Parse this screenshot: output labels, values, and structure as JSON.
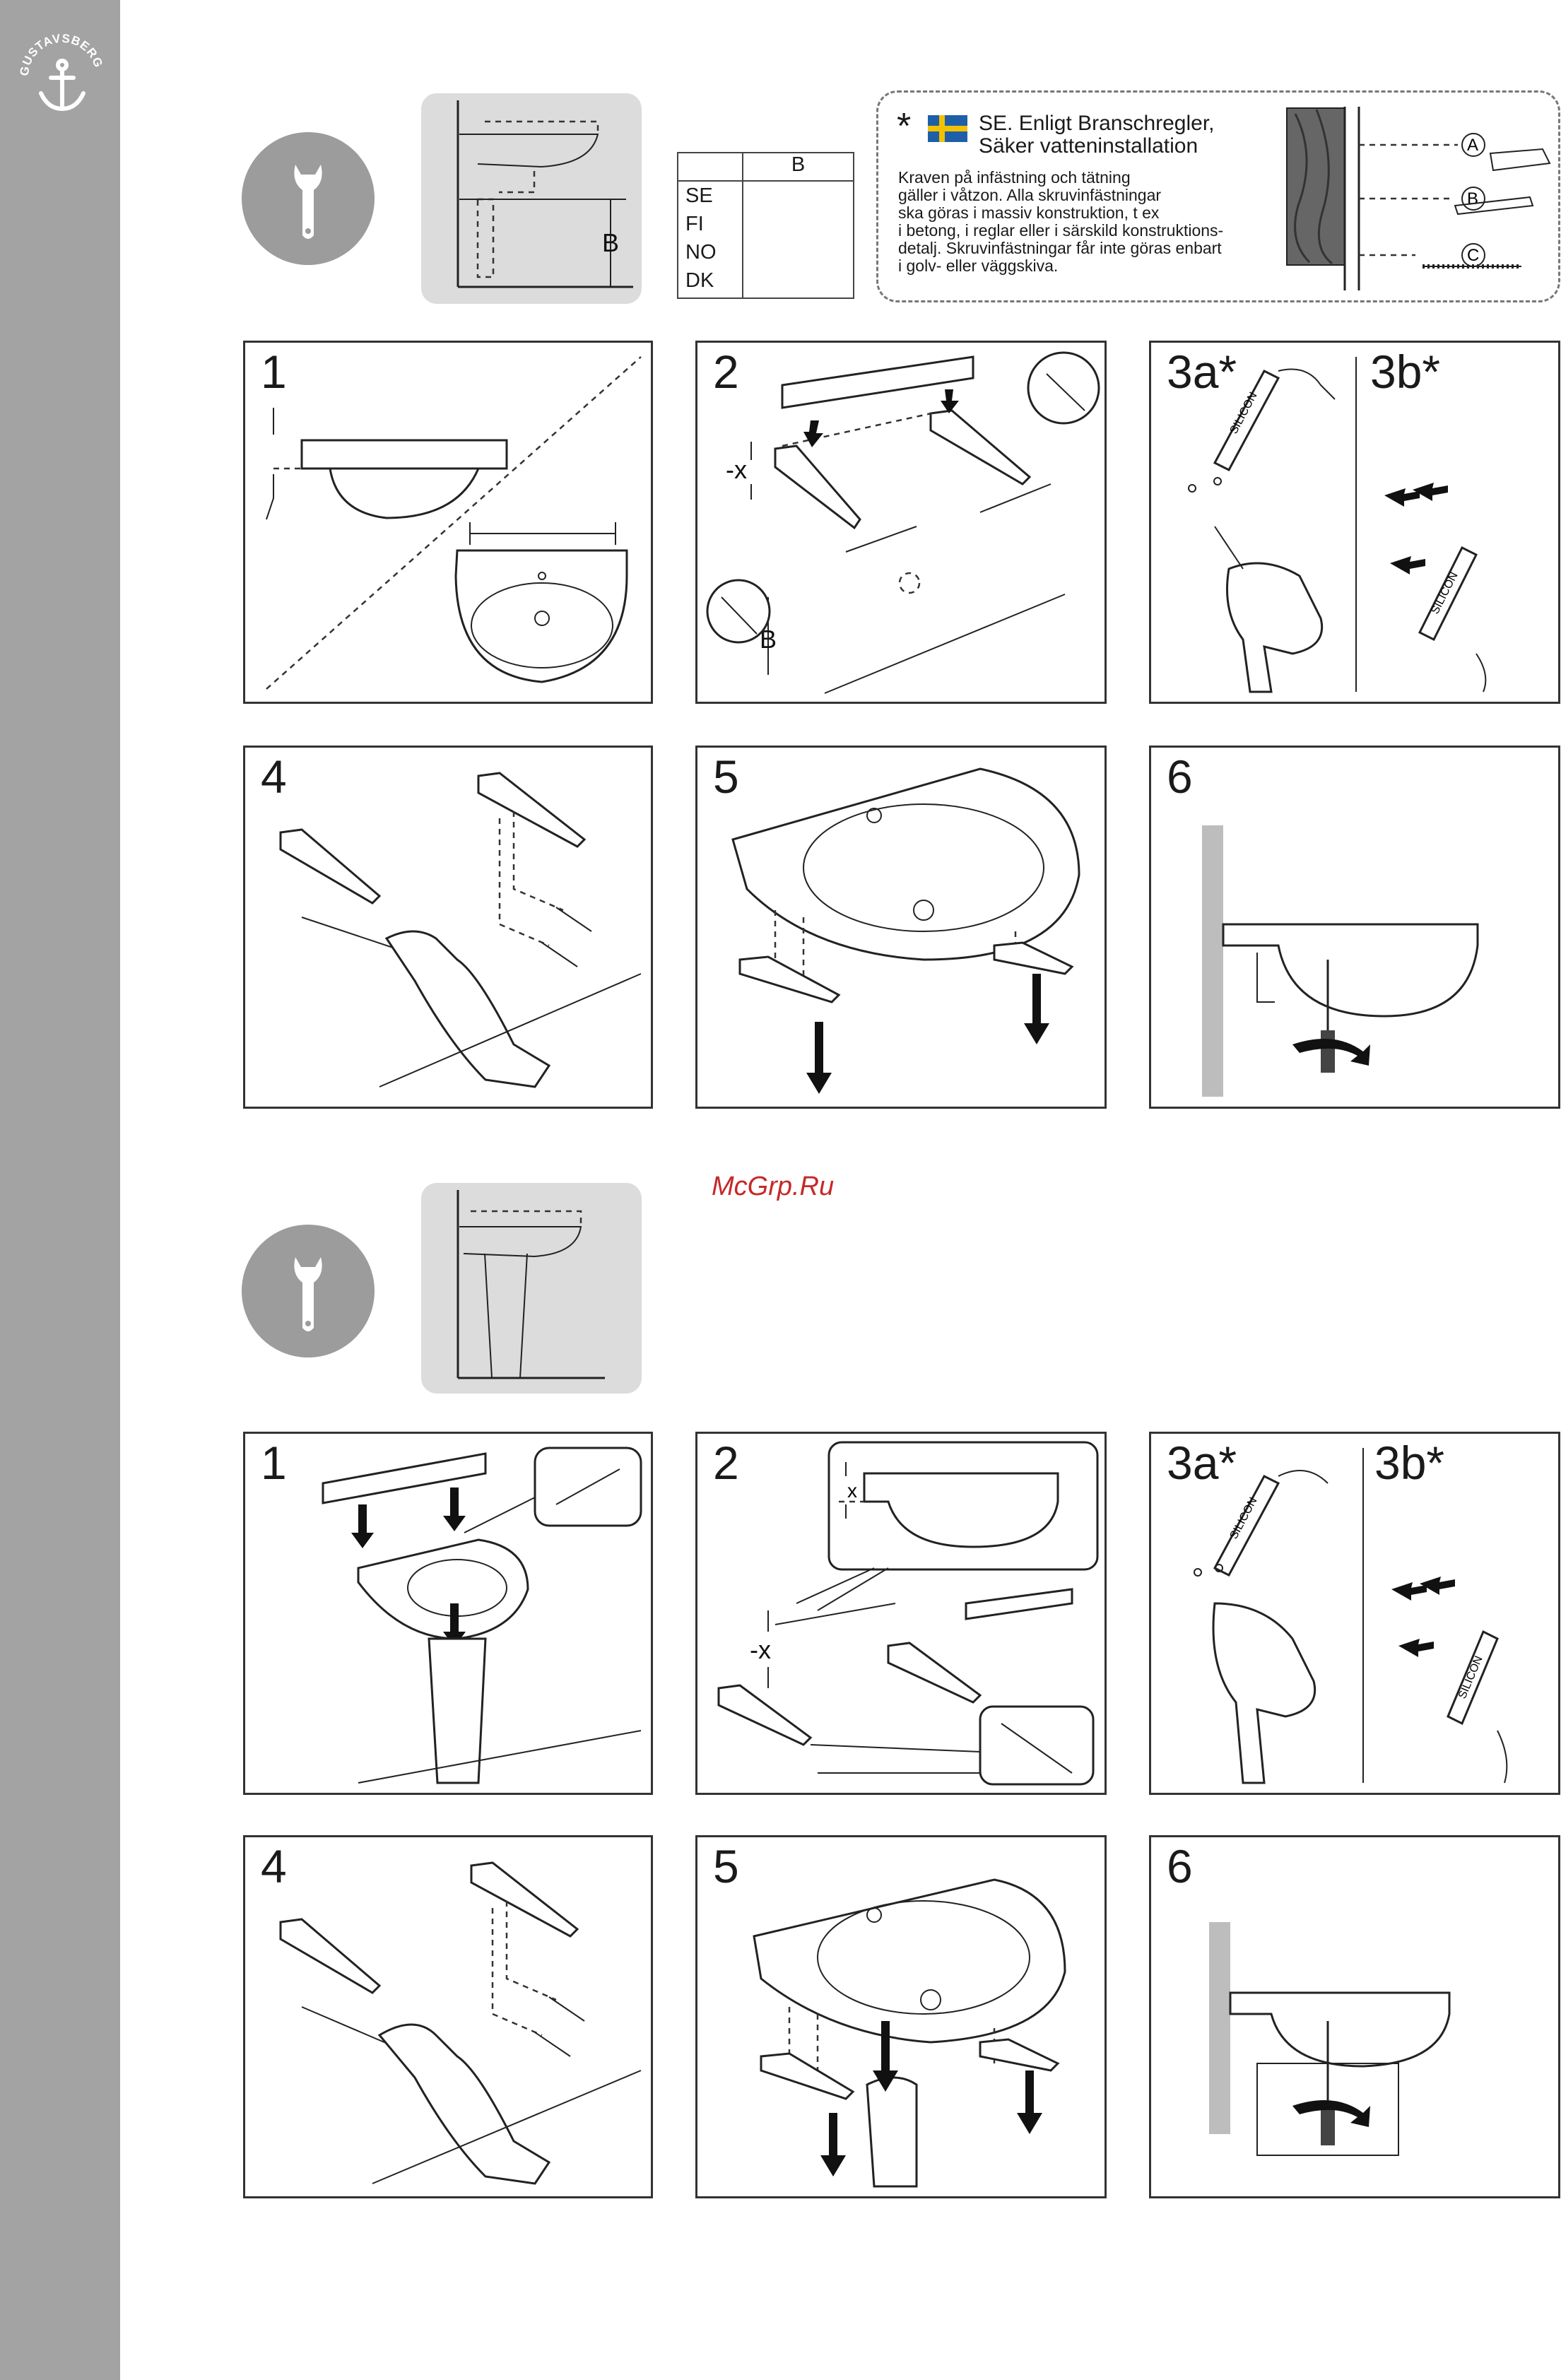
{
  "brand": {
    "logo_text": "GUSTAVSBERG"
  },
  "table": {
    "header": "B",
    "countries": [
      "SE",
      "FI",
      "NO",
      "DK"
    ]
  },
  "info": {
    "star": "*",
    "heading_line1": "SE. Enligt Branschregler,",
    "heading_line2": "Säker vatteninstallation",
    "body_lines": [
      "Kraven på infästning och tätning",
      "gäller i våtzon. Alla skruvinfästningar",
      "ska göras i massiv konstruktion, t ex",
      "i betong, i reglar eller i särskild konstruktions-",
      "detalj. Skruvinfästningar får inte göras enbart",
      "i golv- eller väggskiva."
    ],
    "markers": [
      "A",
      "B",
      "C"
    ]
  },
  "section1": {
    "b_label": "B",
    "steps": [
      "1",
      "2",
      "3a*",
      "3b*",
      "4",
      "5",
      "6"
    ],
    "minus_x": "-x",
    "silicon": "SILICON"
  },
  "section2": {
    "steps": [
      "1",
      "2",
      "3a*",
      "3b*",
      "4",
      "5",
      "6"
    ],
    "x_label": "x",
    "minus_x": "-x",
    "silicon": "SILICON"
  },
  "watermark": "McGrp.Ru",
  "colors": {
    "sidebar": "#a3a3a3",
    "wrench_circle": "#9c9c9c",
    "thumb_bg": "#dcdcdc",
    "watermark": "#c62828",
    "flag_blue": "#1f5fa8",
    "flag_yellow": "#f2c200"
  }
}
